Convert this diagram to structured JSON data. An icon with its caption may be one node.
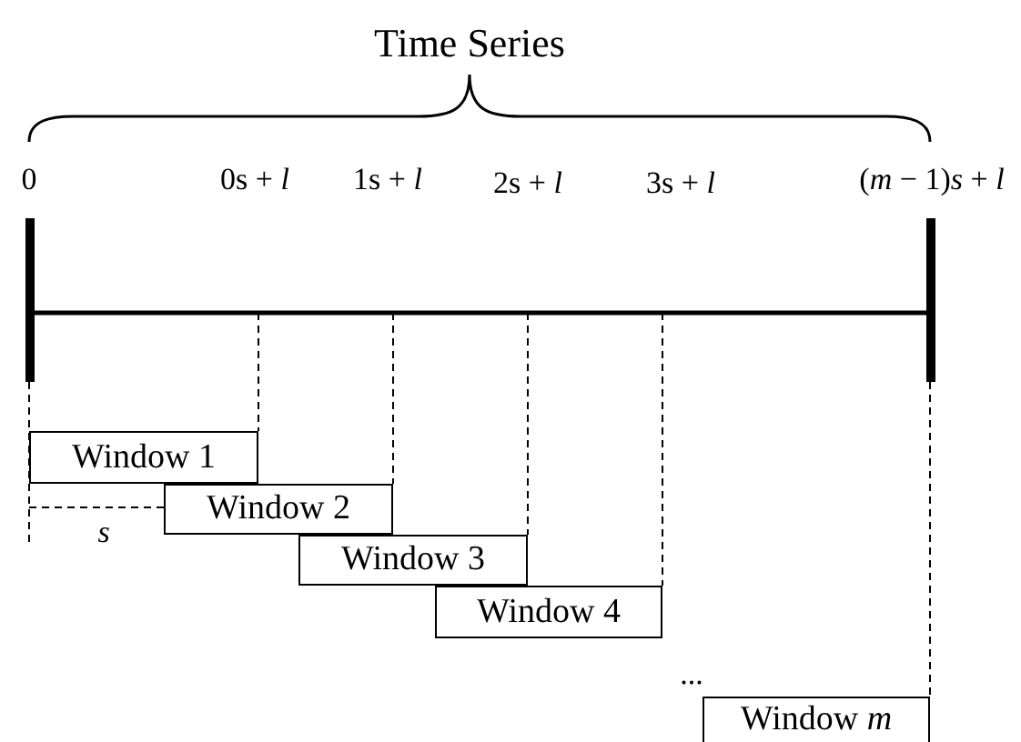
{
  "diagram": {
    "title": "Time Series",
    "nodes": [
      {
        "text": [
          "Window 1"
        ]
      },
      {
        "text": [
          "Window 2"
        ]
      },
      {
        "text": [
          "Window 3"
        ]
      },
      {
        "text": [
          "Window 4"
        ]
      },
      {
        "text": [
          "Window *m*"
        ]
      }
    ],
    "labels": [
      "0",
      "0s + *l*",
      "1s + *l*",
      "2s + *l*",
      "3s + *l*",
      "(*m* − 1)*s* + *l*",
      "*s*",
      "..."
    ]
  }
}
